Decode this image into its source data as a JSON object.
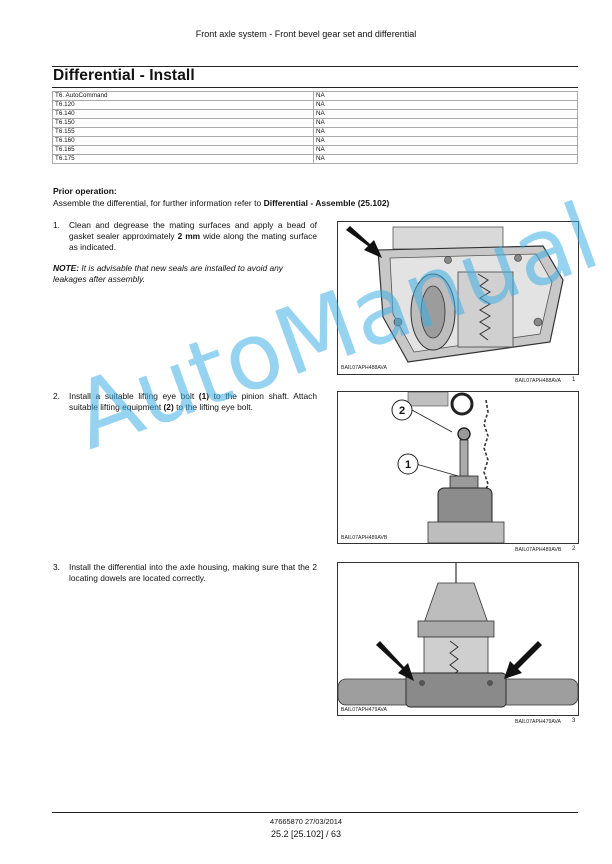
{
  "header": {
    "text": "Front axle system - Front bevel gear set and differential"
  },
  "title": "Differential - Install",
  "models": [
    {
      "model": "T6. AutoCommand",
      "value": "NA"
    },
    {
      "model": "T6.120",
      "value": "NA"
    },
    {
      "model": "T6.140",
      "value": "NA"
    },
    {
      "model": "T6.150",
      "value": "NA"
    },
    {
      "model": "T6.155",
      "value": "NA"
    },
    {
      "model": "T6.160",
      "value": "NA"
    },
    {
      "model": "T6.165",
      "value": "NA"
    },
    {
      "model": "T6.175",
      "value": "NA"
    }
  ],
  "prior": {
    "heading": "Prior operation:",
    "text_before": "Assemble the differential, for further information refer to ",
    "link": "Differential - Assemble (25.102)"
  },
  "steps": [
    {
      "num": "1.",
      "text_a": "Clean and degrease the mating surfaces and apply a bead of gasket sealer approximately ",
      "bold": "2 mm",
      "text_b": " wide along the mating surface as indicated."
    },
    {
      "num": "2.",
      "text_a": "Install a suitable lifting eye bolt ",
      "bold1": "(1)",
      "text_b": " to the pinion shaft. Attach suitable lifting equipment ",
      "bold2": "(2)",
      "text_c": " to the lifting eye bolt."
    },
    {
      "num": "3.",
      "text": "Install the differential into the axle housing, making sure that the 2 locating dowels are located correctly."
    }
  ],
  "note": {
    "label": "NOTE:",
    "text": " It is advisable that new seals are installed to avoid any leakages after assembly."
  },
  "figures": [
    {
      "code": "BAIL07APH488AVA",
      "ref": "BAIL07APH488AVA",
      "num": "1"
    },
    {
      "code": "BAIL07APH489AVB",
      "ref": "BAIL07APH489AVB",
      "num": "2",
      "callouts": [
        "2",
        "1"
      ]
    },
    {
      "code": "BAIL07APH479AVA",
      "ref": "BAIL07APH479AVA",
      "num": "3"
    }
  ],
  "watermark": "AutoManual",
  "footer": {
    "code": "47665870 27/03/2014",
    "page": "25.2 [25.102] / 63"
  }
}
